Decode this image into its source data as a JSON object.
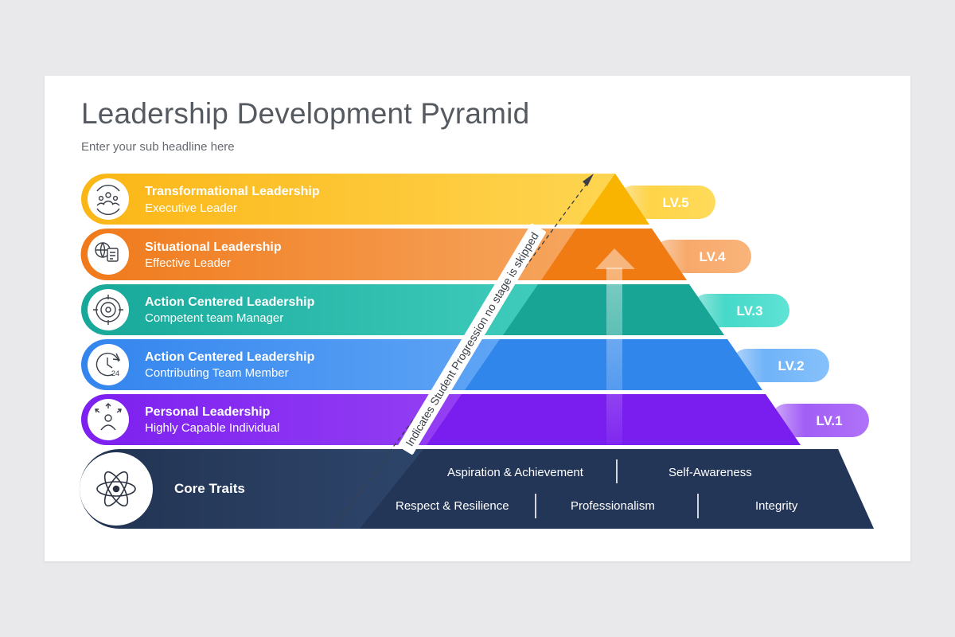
{
  "title": "Leadership Development Pyramid",
  "subtitle": "Enter your sub headline here",
  "levels": [
    {
      "title": "Transformational Leadership",
      "subtitle": "Executive Leader",
      "level": "LV.5",
      "icon": "team-cycle-icon",
      "color": "#fbbf1a"
    },
    {
      "title": "Situational Leadership",
      "subtitle": "Effective Leader",
      "level": "LV.4",
      "icon": "global-document-icon",
      "color": "#f4821f"
    },
    {
      "title": "Action Centered Leadership",
      "subtitle": "Competent team Manager",
      "level": "LV.3",
      "icon": "target-gear-icon",
      "color": "#1cb5a6"
    },
    {
      "title": "Action Centered Leadership",
      "subtitle": "Contributing Team Member",
      "level": "LV.2",
      "icon": "clock-24-icon",
      "color": "#3d8ff2"
    },
    {
      "title": "Personal Leadership",
      "subtitle": "Highly Capable Individual",
      "level": "LV.1",
      "icon": "person-arrows-icon",
      "color": "#8a2af0"
    }
  ],
  "core": {
    "title": "Core Traits",
    "icon": "atom-icon",
    "color": "#233656",
    "traits": [
      "Aspiration & Achievement",
      "Self-Awareness",
      "Respect & Resilience",
      "Professionalism",
      "Integrity"
    ]
  },
  "progression_label": "Indicates Student Progression no stage is skipped"
}
